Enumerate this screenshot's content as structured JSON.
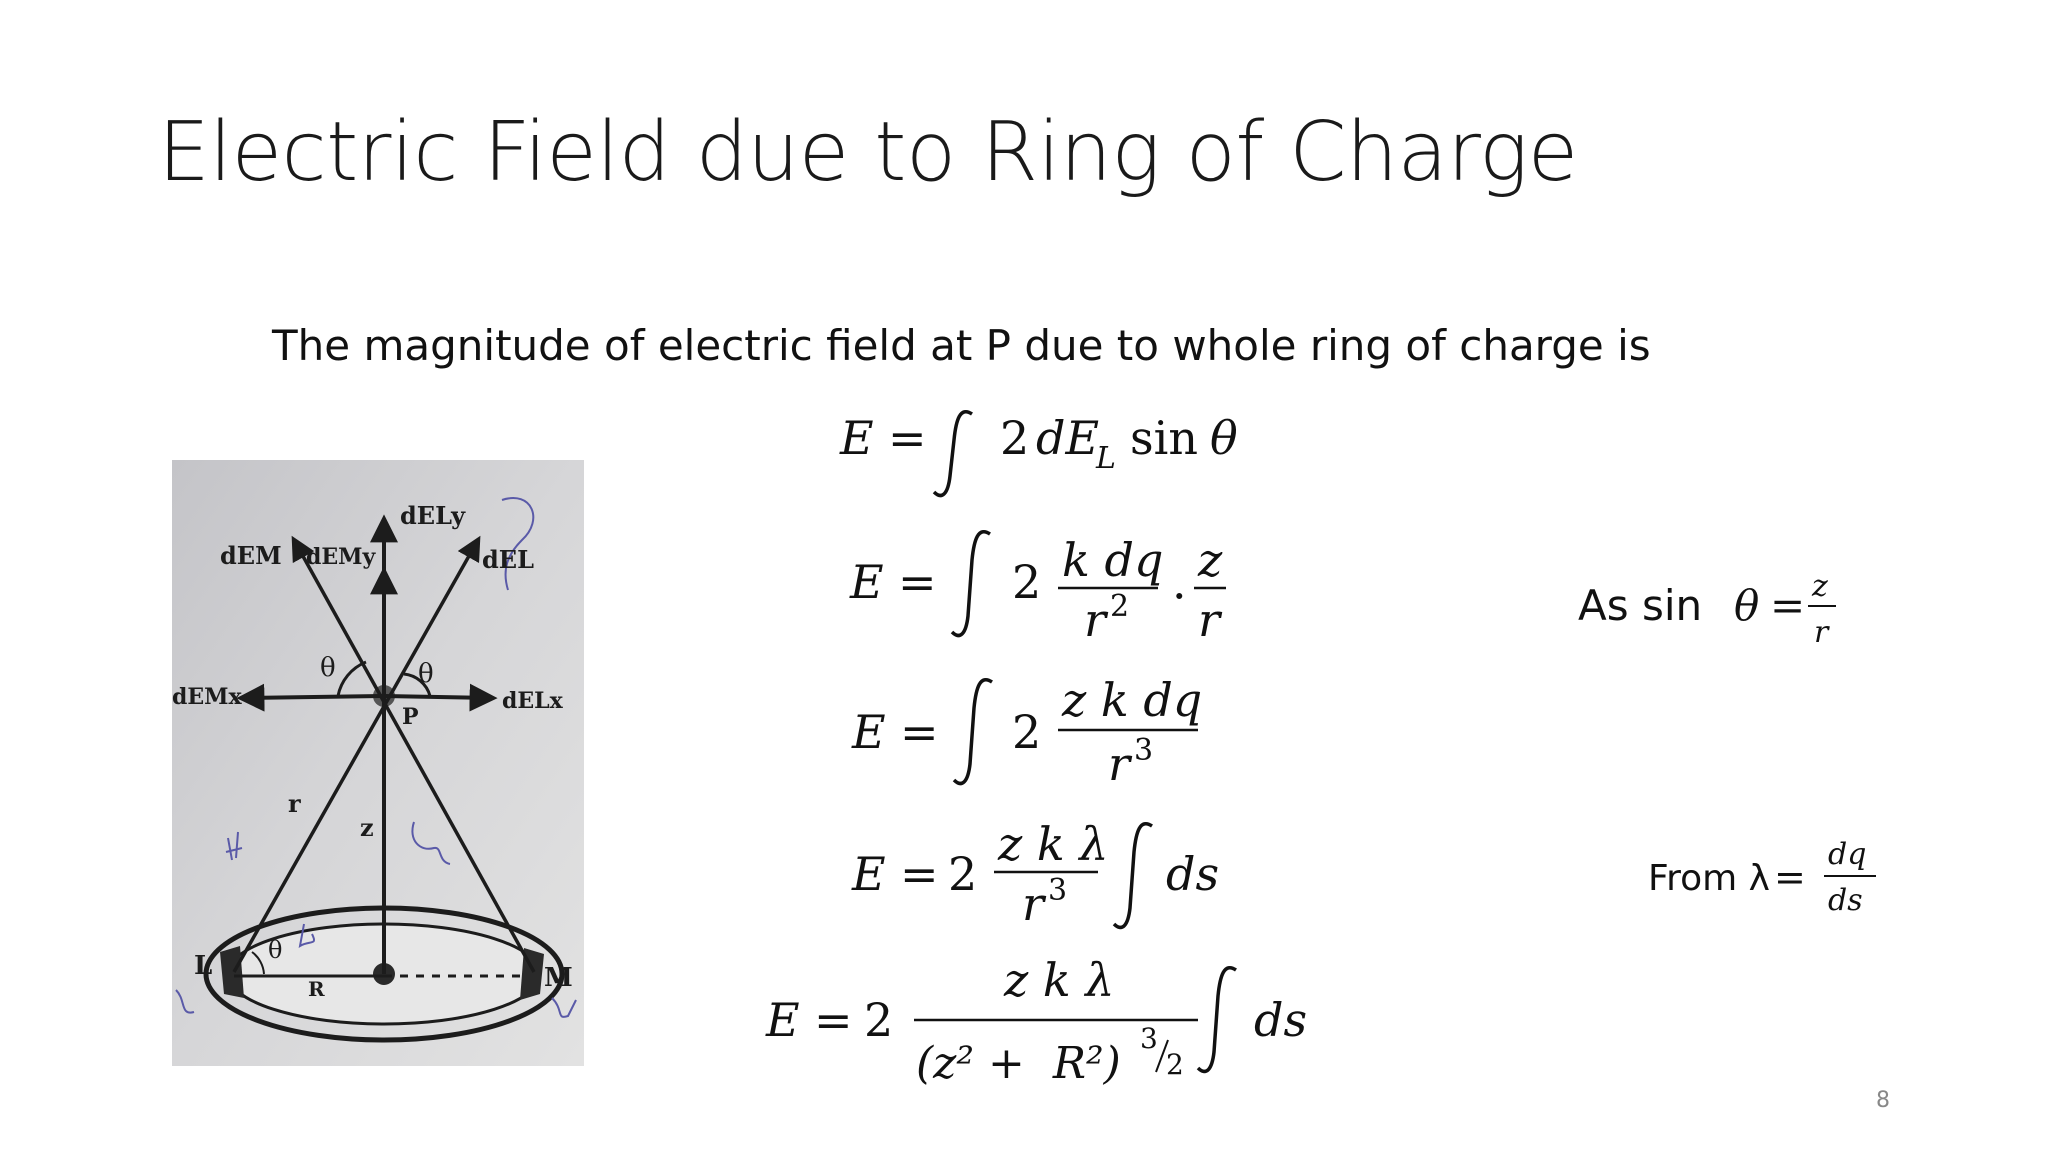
{
  "slide": {
    "title": "Electric Field due to Ring of Charge",
    "intro": "The magnitude of electric field at P due to whole ring of charge is",
    "page_number": "8"
  },
  "figure": {
    "labels": {
      "dEM": "dEM",
      "dEMy": "dEMy",
      "dELy": "dELy",
      "dEL": "dEL",
      "dEMx": "dEMx",
      "dELx": "dELx",
      "theta": "θ",
      "P": "P",
      "r": "r",
      "z": "z",
      "L": "L",
      "M": "M",
      "R": "R"
    }
  },
  "equations": {
    "eq1": {
      "lhs": "E",
      "eq": "=",
      "two": "2",
      "dEL": "dE",
      "sub": "L",
      "sin": "sin",
      "theta": "θ"
    },
    "eq2": {
      "lhs": "E",
      "eq": "=",
      "two": "2",
      "num": "k dq",
      "den_base": "r",
      "den_exp": "2",
      "dot": "·",
      "num2": "z",
      "den2": "r"
    },
    "eq3": {
      "lhs": "E",
      "eq": "=",
      "two": "2",
      "num": "z k dq",
      "den_base": "r",
      "den_exp": "3"
    },
    "eq4": {
      "lhs": "E",
      "eq": "=",
      "two": "2",
      "num": "z k λ",
      "den_base": "r",
      "den_exp": "3",
      "ds": "ds"
    },
    "eq5": {
      "lhs": "E",
      "eq": "=",
      "two": "2",
      "num": "z k λ",
      "den": "(z² +  R²)",
      "exp_num": "3",
      "exp_den": "2",
      "ds": "ds"
    }
  },
  "side_notes": {
    "as_sin": {
      "prefix": "As sin",
      "theta": "θ",
      "eq": "=",
      "num": "z",
      "den": "r"
    },
    "from_lambda": {
      "prefix": "From λ",
      "eq": "=",
      "num": "dq",
      "den": "ds"
    }
  },
  "colors": {
    "background": "#ffffff",
    "text": "#111111",
    "photo_bg": "#cfcfd1",
    "ink": "#1c1c1c",
    "pen": "#5a5aa8",
    "page_number": "#888888"
  }
}
